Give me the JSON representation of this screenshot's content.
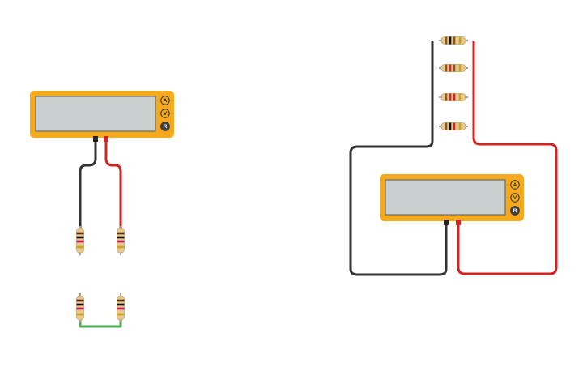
{
  "colors": {
    "meter_body": "#f5a91c",
    "meter_screen": "#c9cfd1",
    "wire_black": "#333333",
    "wire_red": "#d42323",
    "wire_green": "#4caf50",
    "resistor_body": "#e7c98f"
  },
  "multimeter_1": {
    "mode_buttons": [
      {
        "label": "A",
        "selected": false
      },
      {
        "label": "V",
        "selected": false
      },
      {
        "label": "R",
        "selected": true
      }
    ],
    "display_text": ""
  },
  "multimeter_2": {
    "mode_buttons": [
      {
        "label": "A",
        "selected": false
      },
      {
        "label": "V",
        "selected": false
      },
      {
        "label": "R",
        "selected": true
      }
    ],
    "display_text": ""
  },
  "circuit_1": {
    "connection": "series",
    "resistor_count": 4,
    "resistor_bands": [
      [
        "#5a2d0c",
        "#111111",
        "#c2185b",
        "#c9a227"
      ],
      [
        "#5a2d0c",
        "#111111",
        "#c2185b",
        "#c9a227"
      ],
      [
        "#5a2d0c",
        "#111111",
        "#c2185b",
        "#c9a227"
      ],
      [
        "#5a2d0c",
        "#111111",
        "#c2185b",
        "#c9a227"
      ]
    ]
  },
  "circuit_2": {
    "connection": "parallel",
    "resistor_count": 4,
    "resistor_bands": [
      [
        "#8d5524",
        "#111111",
        "#8d5524",
        "#c9a227"
      ],
      [
        "#8d5524",
        "#d42323",
        "#8d5524",
        "#c9a227"
      ],
      [
        "#8d5524",
        "#d42323",
        "#d42323",
        "#c9a227"
      ],
      [
        "#8d5524",
        "#111111",
        "#d42323",
        "#c9a227"
      ]
    ]
  }
}
